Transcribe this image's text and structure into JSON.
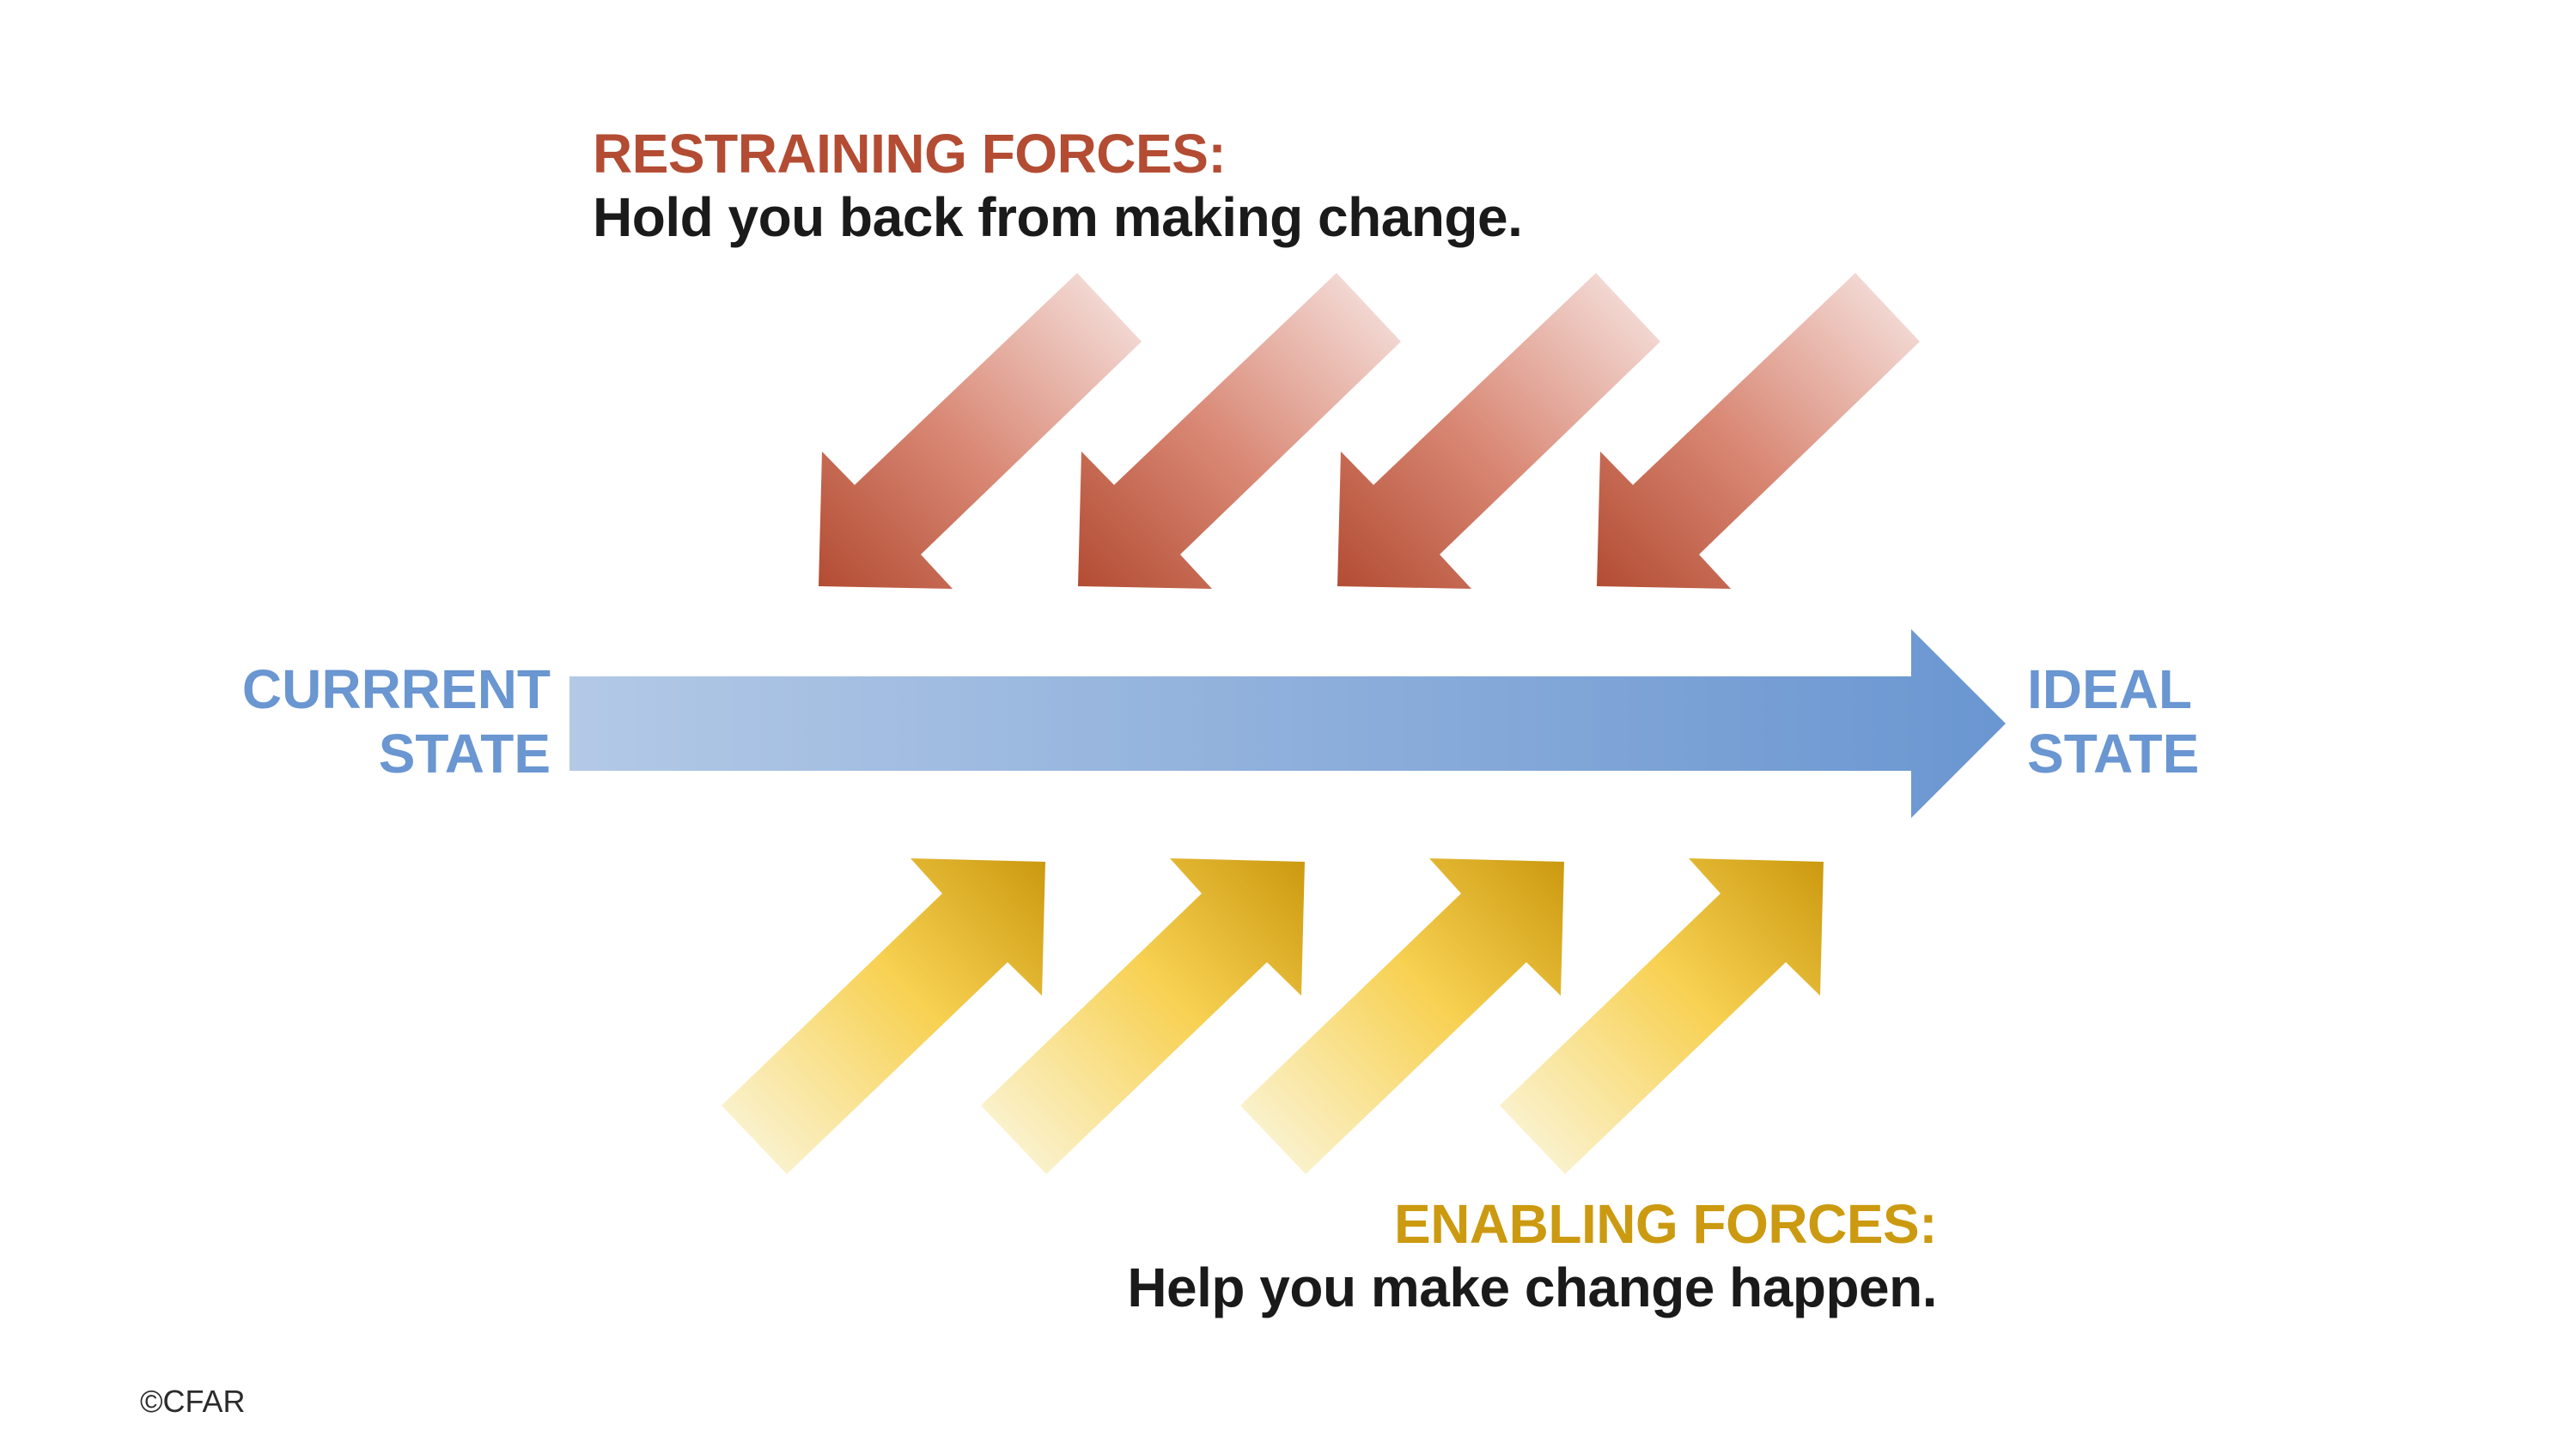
{
  "restraining": {
    "title": "RESTRAINING FORCES:",
    "subtitle": "Hold you back from making change.",
    "color": "#b34c33",
    "arrow_count": 4
  },
  "enabling": {
    "title": "ENABLING FORCES:",
    "subtitle": "Help you make change happen.",
    "color": "#cc9a10",
    "arrow_count": 4
  },
  "current_state": {
    "line1": "CURRRENT",
    "line2": "STATE"
  },
  "ideal_state": {
    "line1": "IDEAL",
    "line2": "STATE"
  },
  "main_arrow": {
    "color_start": "#b3c9e6",
    "color_end": "#6a96d1"
  },
  "copyright": "©CFAR"
}
